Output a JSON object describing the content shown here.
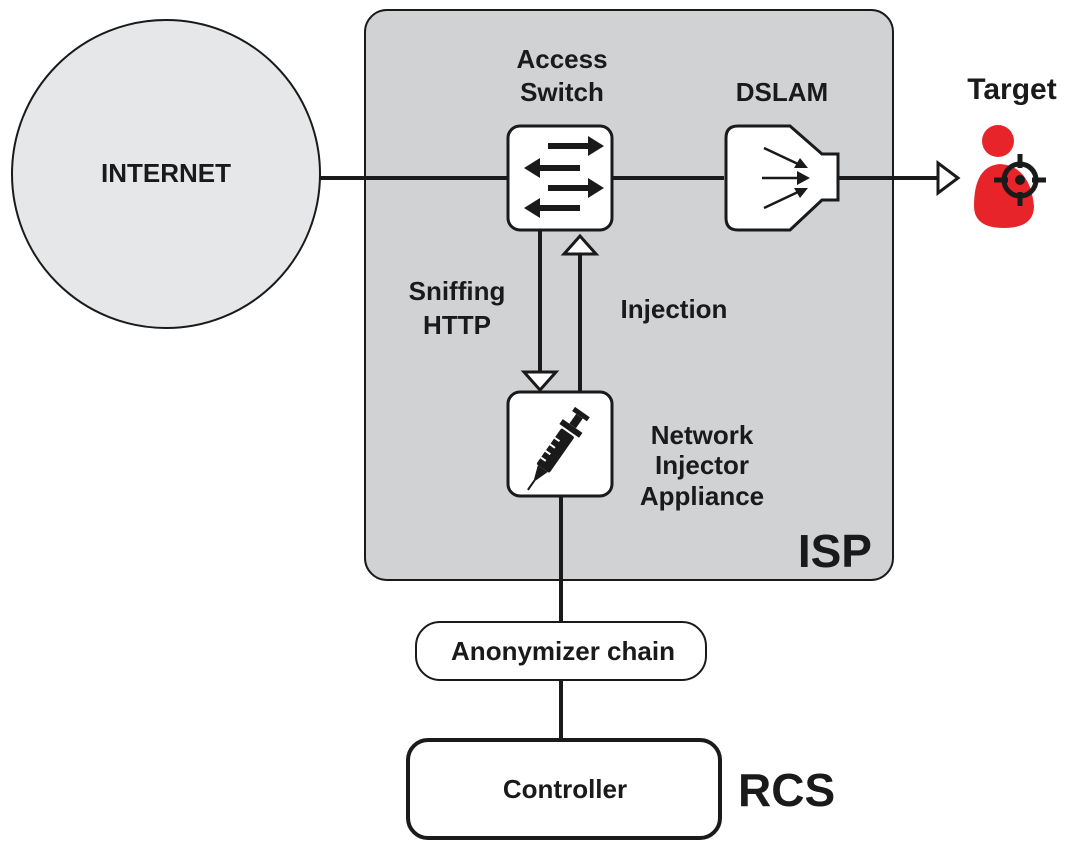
{
  "internet": {
    "label": "INTERNET"
  },
  "isp": {
    "label": "ISP",
    "access_switch": {
      "label_line1": "Access",
      "label_line2": "Switch"
    },
    "dslam": {
      "label": "DSLAM"
    },
    "sniffing": {
      "line1": "Sniffing",
      "line2": "HTTP"
    },
    "injection": {
      "label": "Injection"
    },
    "injector": {
      "line1": "Network",
      "line2": "Injector",
      "line3": "Appliance"
    }
  },
  "target": {
    "label": "Target"
  },
  "anonymizer": {
    "label": "Anonymizer chain"
  },
  "controller": {
    "label": "Controller"
  },
  "rcs": {
    "label": "RCS"
  },
  "colors": {
    "isp_fill": "#d1d2d4",
    "internet_fill": "#e6e7e8",
    "target_red": "#e8242b",
    "stroke": "#1a1a1a"
  },
  "icons": {
    "access_switch": "bidirectional-arrows-icon",
    "dslam": "converging-arrows-icon",
    "injector": "syringe-icon",
    "target": "person-crosshair-icon"
  }
}
